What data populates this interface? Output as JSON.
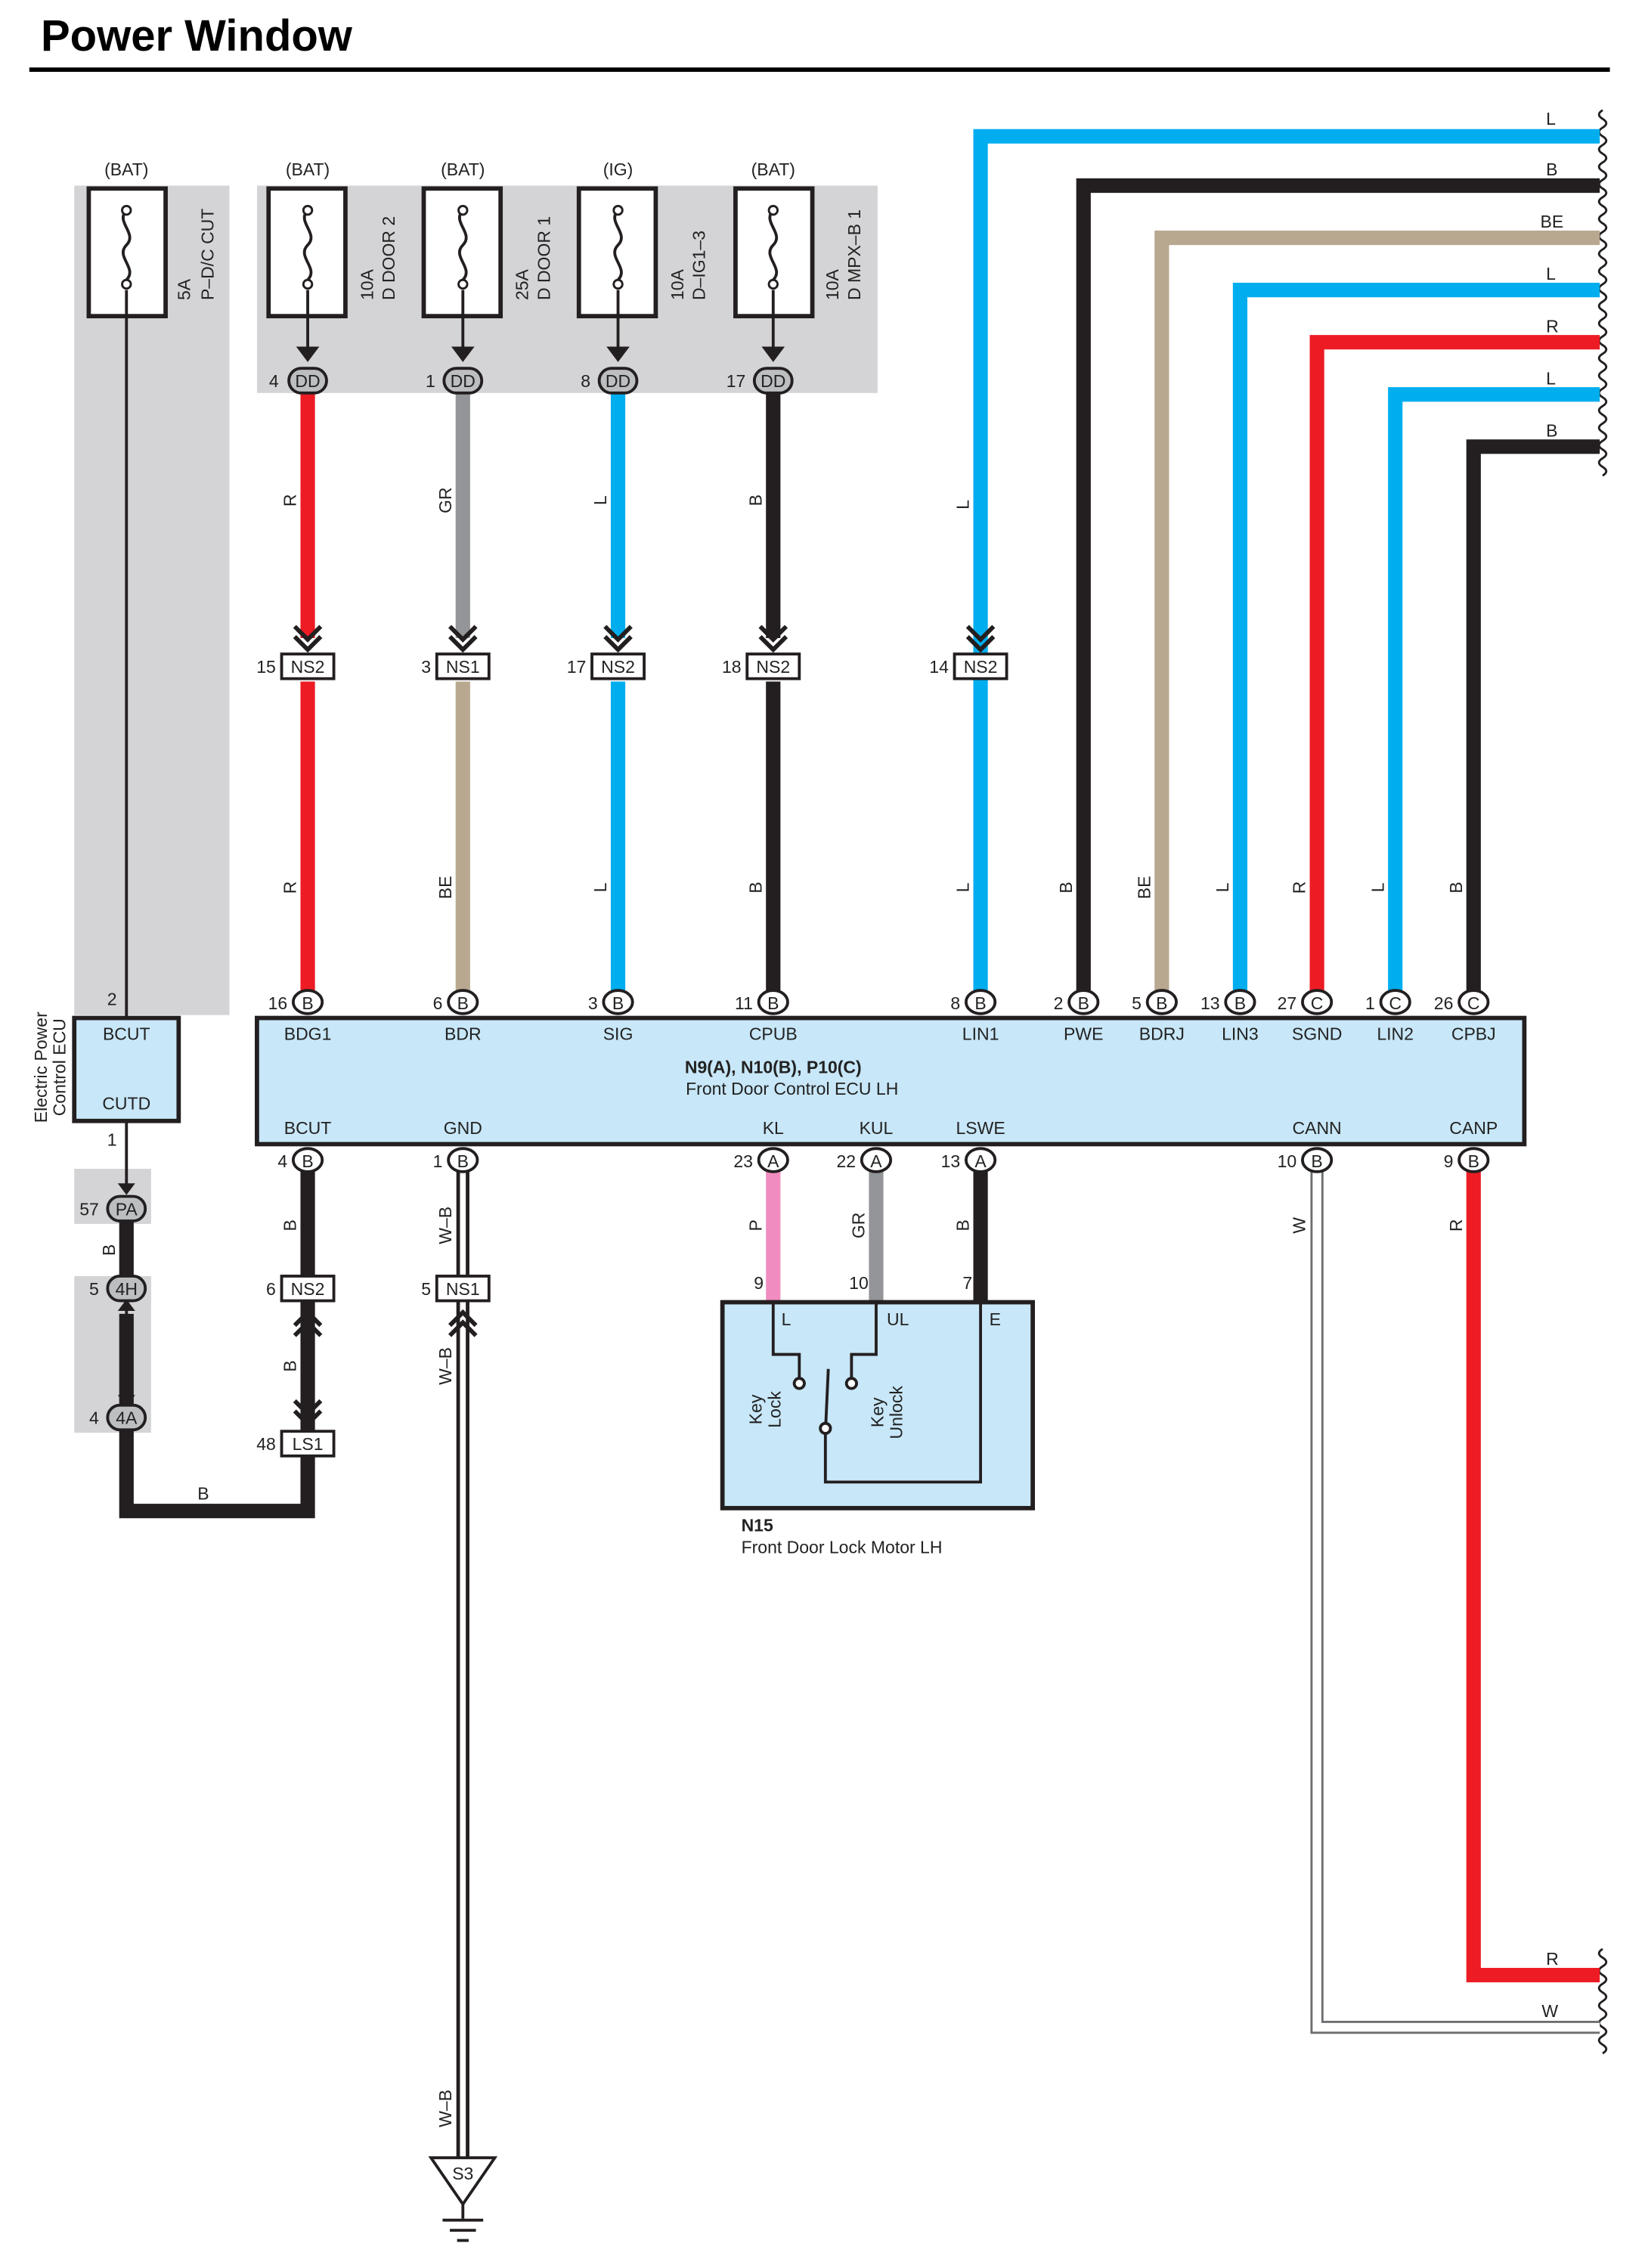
{
  "title": "Power Window",
  "colors": {
    "R": "#ed1c24",
    "L": "#00aeef",
    "B": "#231f20",
    "BE": "#b9a890",
    "GR": "#939598",
    "P": "#f08cc0",
    "W": "#ffffff",
    "ecu_fill": "#c8e7f8",
    "zone": "#d4d4d6"
  },
  "fuses": [
    {
      "supply": "(BAT)",
      "rating": "5A",
      "name": "P–D/C CUT"
    },
    {
      "supply": "(BAT)",
      "rating": "10A",
      "name": "D DOOR 2",
      "pin": "4",
      "conn": "DD"
    },
    {
      "supply": "(BAT)",
      "rating": "25A",
      "name": "D DOOR 1",
      "pin": "1",
      "conn": "DD"
    },
    {
      "supply": "(IG)",
      "rating": "10A",
      "name": "D–IG1–3",
      "pin": "8",
      "conn": "DD"
    },
    {
      "supply": "(BAT)",
      "rating": "10A",
      "name": "D MPX–B 1",
      "pin": "17",
      "conn": "DD"
    }
  ],
  "upper_wires": [
    {
      "color_top": "R",
      "color_bottom": "R",
      "splice_pin": "15",
      "splice": "NS2",
      "ecu_pin": "16",
      "ecu_conn": "B",
      "terminal": "BDG1"
    },
    {
      "color_top": "GR",
      "color_bottom": "BE",
      "splice_pin": "3",
      "splice": "NS1",
      "ecu_pin": "6",
      "ecu_conn": "B",
      "terminal": "BDR"
    },
    {
      "color_top": "L",
      "color_bottom": "L",
      "splice_pin": "17",
      "splice": "NS2",
      "ecu_pin": "3",
      "ecu_conn": "B",
      "terminal": "SIG"
    },
    {
      "color_top": "B",
      "color_bottom": "B",
      "splice_pin": "18",
      "splice": "NS2",
      "ecu_pin": "11",
      "ecu_conn": "B",
      "terminal": "CPUB"
    },
    {
      "color_top": "L",
      "color_bottom": "L",
      "splice_pin": "14",
      "splice": "NS2",
      "ecu_pin": "8",
      "ecu_conn": "B",
      "terminal": "LIN1"
    }
  ],
  "right_wires": [
    {
      "color": "B",
      "ecu_pin": "2",
      "ecu_conn": "B",
      "terminal": "PWE"
    },
    {
      "color": "BE",
      "ecu_pin": "5",
      "ecu_conn": "B",
      "terminal": "BDRJ"
    },
    {
      "color": "L",
      "ecu_pin": "13",
      "ecu_conn": "B",
      "terminal": "LIN3"
    },
    {
      "color": "R",
      "ecu_pin": "27",
      "ecu_conn": "C",
      "terminal": "SGND"
    },
    {
      "color": "L",
      "ecu_pin": "1",
      "ecu_conn": "C",
      "terminal": "LIN2"
    },
    {
      "color": "B",
      "ecu_pin": "26",
      "ecu_conn": "C",
      "terminal": "CPBJ"
    }
  ],
  "edge_labels": [
    "L",
    "B",
    "BE",
    "L",
    "R",
    "L",
    "B"
  ],
  "power_ecu": {
    "label_line1": "Electric Power",
    "label_line2": "Control ECU",
    "t1": "BCUT",
    "t2": "CUTD",
    "pin_top": "2",
    "pin_bottom": "1"
  },
  "main_ecu": {
    "connectors": "N9(A), N10(B), P10(C)",
    "name": "Front Door Control ECU LH",
    "bottom_terminals": [
      "BCUT",
      "GND",
      "KL",
      "KUL",
      "LSWE",
      "CANN",
      "CANP"
    ]
  },
  "lower_left": {
    "pa_pin": "57",
    "pa": "PA",
    "h_pin": "5",
    "h": "4H",
    "a_pin": "4",
    "a": "4A",
    "wire": "B",
    "ls_pin": "48",
    "ls": "LS1",
    "bcut_pin": "4",
    "bcut_conn": "B",
    "ns2_pin": "6",
    "ns2": "NS2"
  },
  "ground": {
    "pin": "1",
    "conn": "B",
    "wire": "W–B",
    "splice_pin": "5",
    "splice": "NS1",
    "point": "S3"
  },
  "lock_motor": {
    "id": "N15",
    "name": "Front Door Lock Motor LH",
    "pins": [
      {
        "ecu_pin": "23",
        "ecu_conn": "A",
        "color": "P",
        "motor_pin": "9",
        "motor_term": "L"
      },
      {
        "ecu_pin": "22",
        "ecu_conn": "A",
        "color": "GR",
        "motor_pin": "10",
        "motor_term": "UL"
      },
      {
        "ecu_pin": "13",
        "ecu_conn": "A",
        "color": "B",
        "motor_pin": "7",
        "motor_term": "E"
      }
    ],
    "switch_a1": "Key",
    "switch_a2": "Lock",
    "switch_b1": "Key",
    "switch_b2": "Unlock"
  },
  "can": {
    "cann_pin": "10",
    "cann_conn": "B",
    "cann_color": "W",
    "canp_pin": "9",
    "canp_conn": "B",
    "canp_color": "R",
    "edge_r": "R",
    "edge_w": "W"
  }
}
